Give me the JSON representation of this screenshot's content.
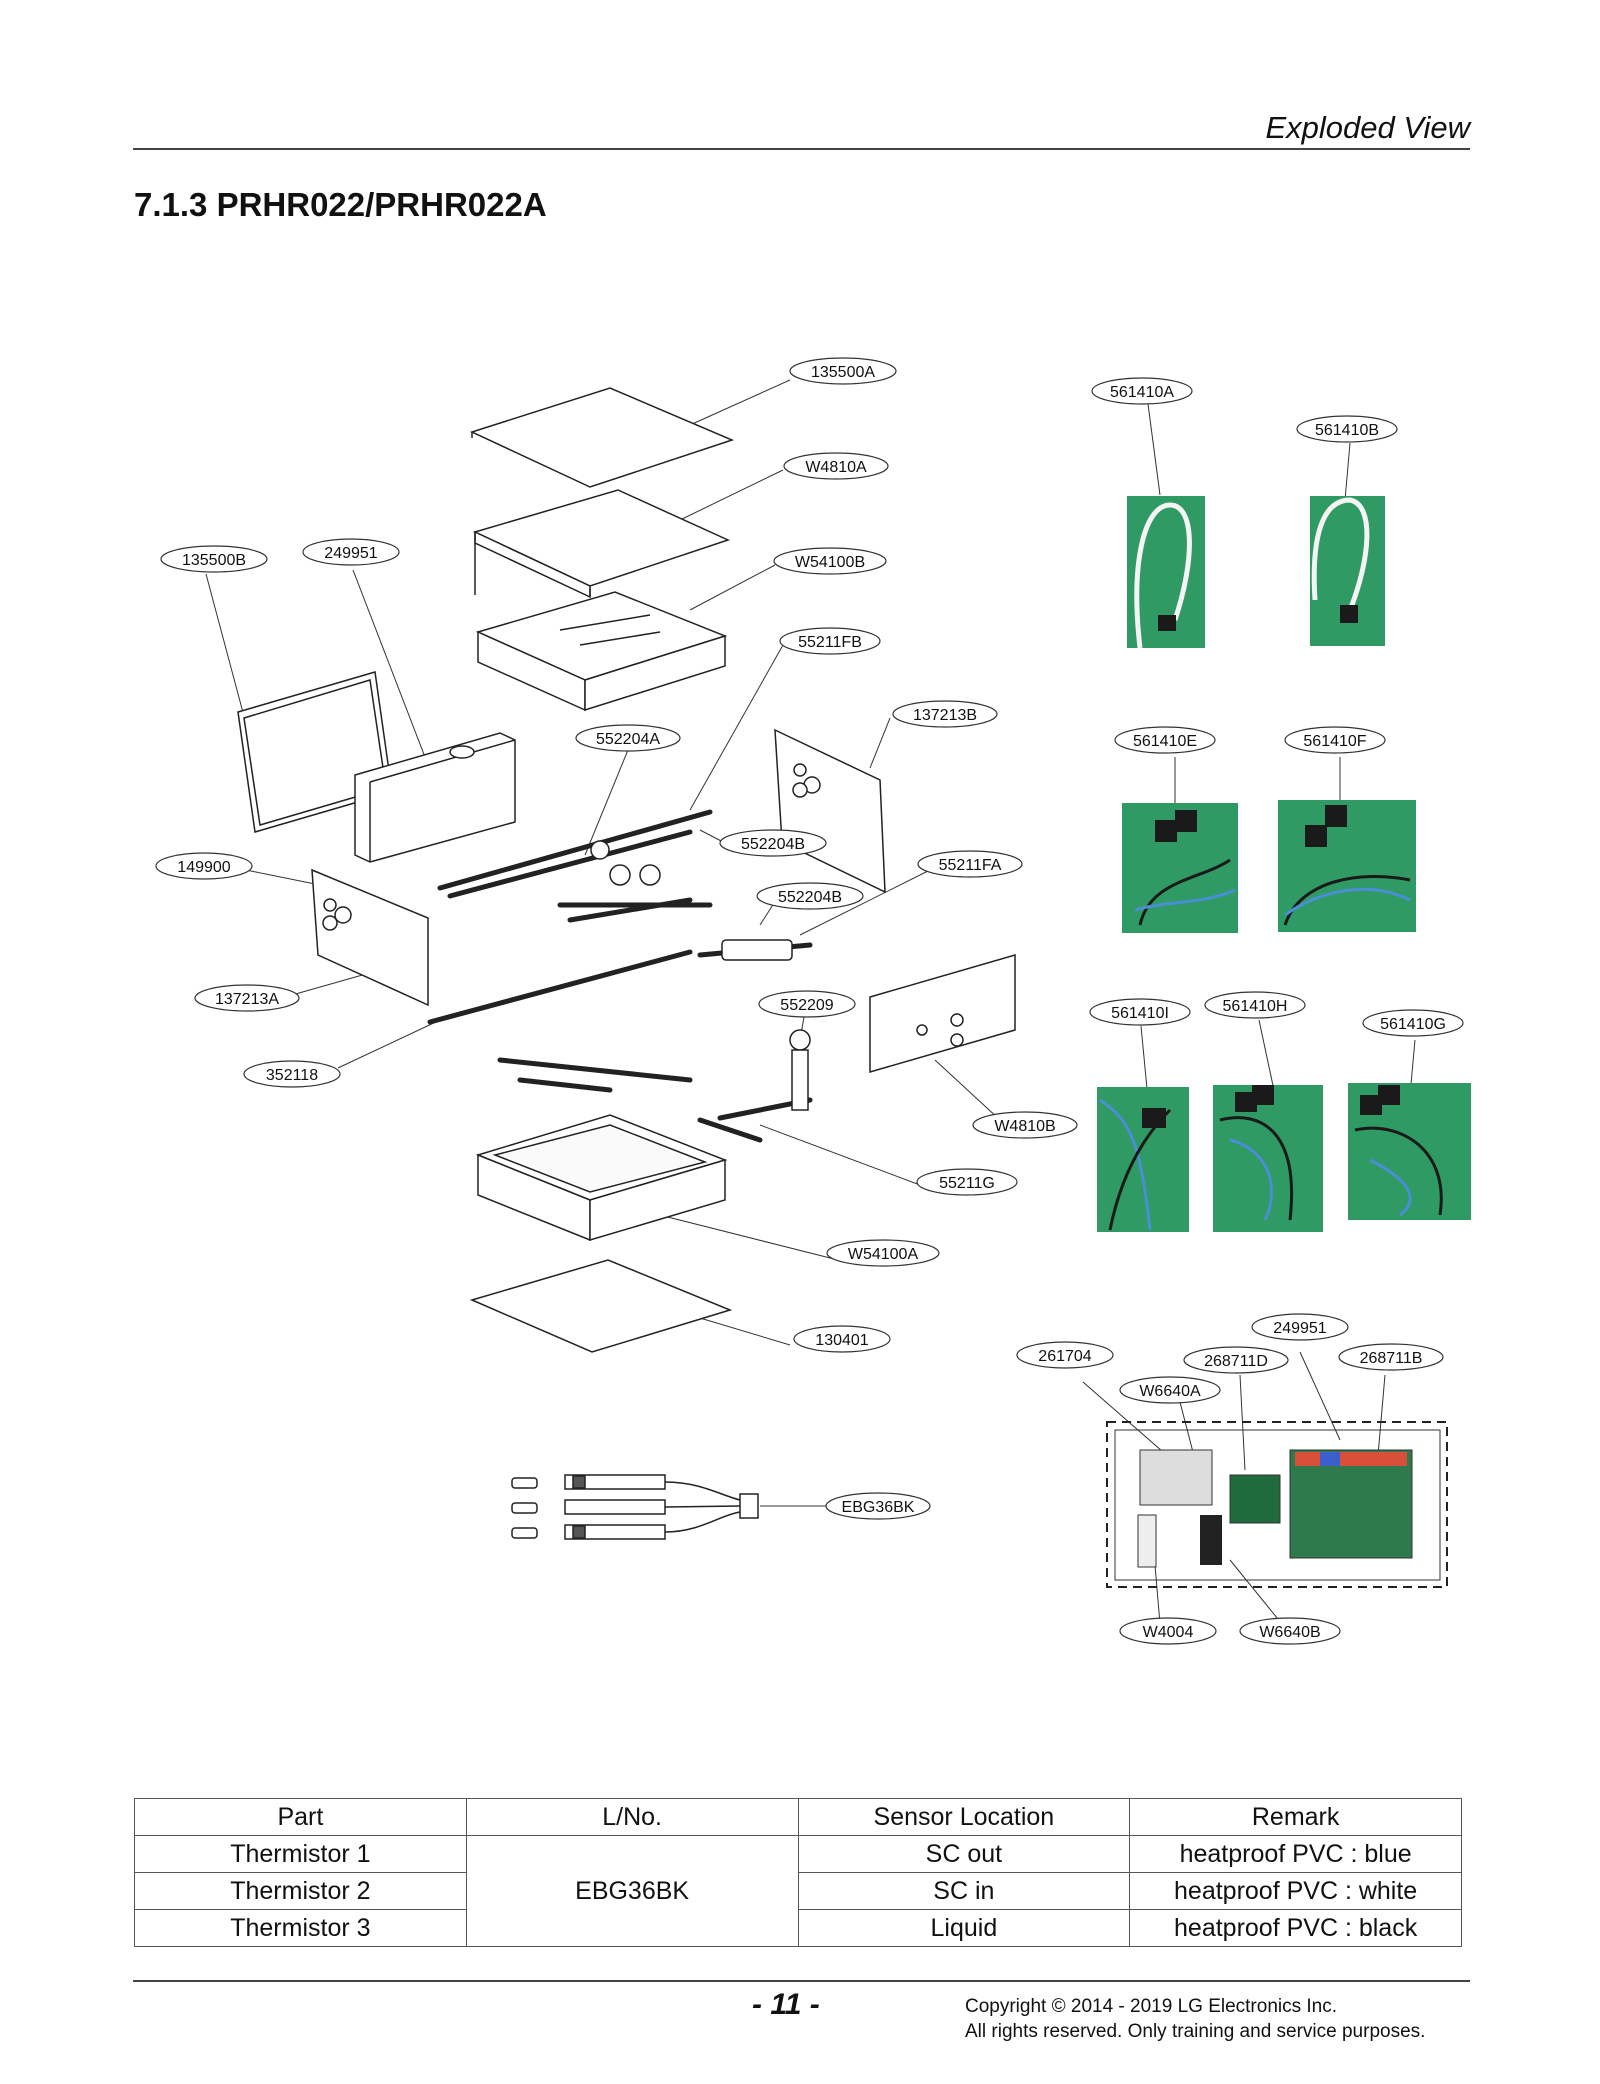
{
  "header": {
    "section": "Exploded View",
    "title": "7.1.3 PRHR022/PRHR022A"
  },
  "callouts": [
    "135500A",
    "W4810A",
    "W54100B",
    "55211FB",
    "137213B",
    "552204A",
    "552204B",
    "55211FA",
    "552204B",
    "552209",
    "W4810B",
    "55211G",
    "W54100A",
    "130401",
    "135500B",
    "249951",
    "149900",
    "137213A",
    "352118",
    "EBG36BK",
    "561410A",
    "561410B",
    "561410E",
    "561410F",
    "561410I",
    "561410H",
    "561410G",
    "249951",
    "261704",
    "268711D",
    "268711B",
    "W6640A",
    "W4004",
    "W6640B"
  ],
  "table": {
    "headers": [
      "Part",
      "L/No.",
      "Sensor Location",
      "Remark"
    ],
    "rows": [
      {
        "part": "Thermistor 1",
        "sensor": "SC out",
        "remark": "heatproof PVC : blue"
      },
      {
        "part": "Thermistor 2",
        "sensor": "SC in",
        "remark": "heatproof PVC : white"
      },
      {
        "part": "Thermistor 3",
        "sensor": "Liquid",
        "remark": "heatproof PVC : black"
      }
    ],
    "lno": "EBG36BK"
  },
  "footer": {
    "page": "- 11 -",
    "copyright_line1": "Copyright © 2014 - 2019 LG Electronics Inc.",
    "copyright_line2": "All rights reserved. Only training and service purposes."
  },
  "colors": {
    "photo_bg": "#2f9a63",
    "wire_blue": "#4a8fd6",
    "wire_black": "#1a1a1a"
  }
}
